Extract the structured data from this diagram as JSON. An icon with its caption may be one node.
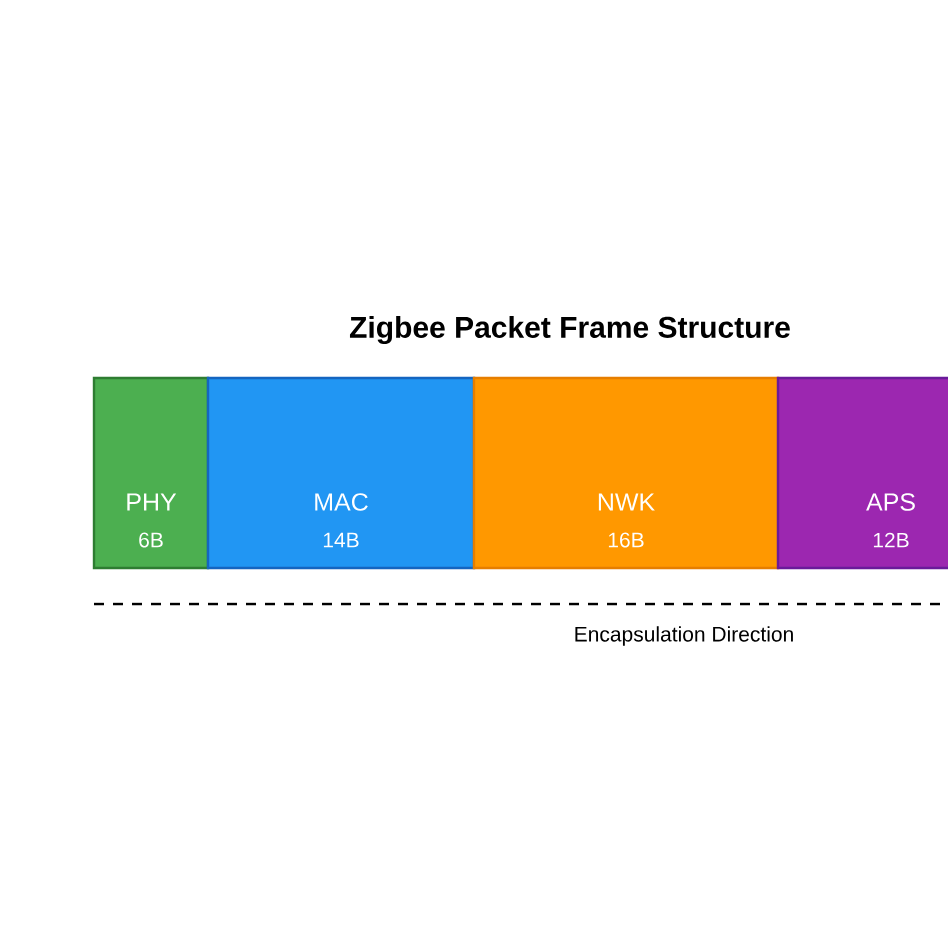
{
  "diagram": {
    "title": "Zigbee Packet Frame Structure",
    "nodes": [
      {
        "text": [
          "PHY",
          "6B"
        ]
      },
      {
        "text": [
          "MAC",
          "14B"
        ]
      },
      {
        "text": [
          "NWK",
          "16B"
        ]
      },
      {
        "text": [
          "APS",
          "12B"
        ]
      }
    ],
    "labels": [
      "Encapsulation Direction"
    ]
  }
}
